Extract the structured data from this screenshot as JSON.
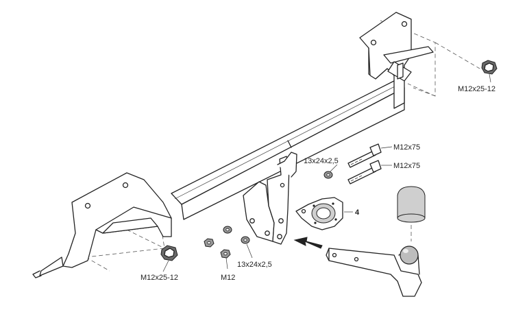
{
  "labels": {
    "nut_top_right": "M12x25-12",
    "bolt_upper": "M12x75",
    "bolt_lower": "M12x75",
    "washer_upper": "13x24x2,5",
    "washer_lower": "13x24x2,5",
    "nut_center": "M12",
    "nut_bottom_left": "M12x25-12",
    "socket_plate_ref": "4"
  },
  "icons": {
    "arrow": "assembly-direction-arrow"
  }
}
